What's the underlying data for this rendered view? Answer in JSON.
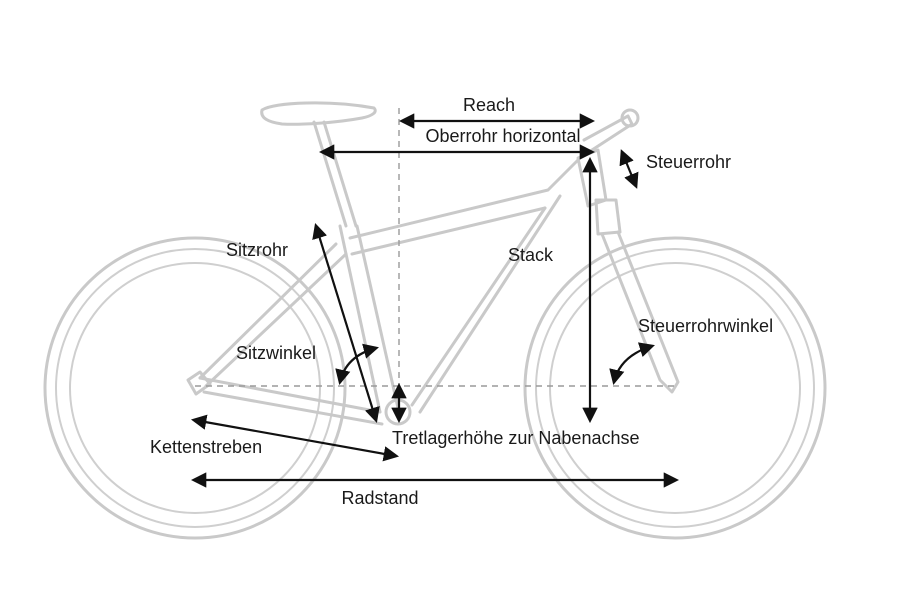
{
  "labels": {
    "reach": "Reach",
    "oberrohr": "Oberrohr horizontal",
    "steuerrohr": "Steuerrohr",
    "stack": "Stack",
    "sitzrohr": "Sitzrohr",
    "steuerrohrwinkel": "Steuerrohrwinkel",
    "sitzwinkel": "Sitzwinkel",
    "tretlager": "Tretlagerhöhe zur Nabenachse",
    "kettenstreben": "Kettenstreben",
    "radstand": "Radstand"
  },
  "colors": {
    "frame": "#c9c9c9",
    "dimension": "#111111",
    "dashed": "#9a9a9a"
  }
}
